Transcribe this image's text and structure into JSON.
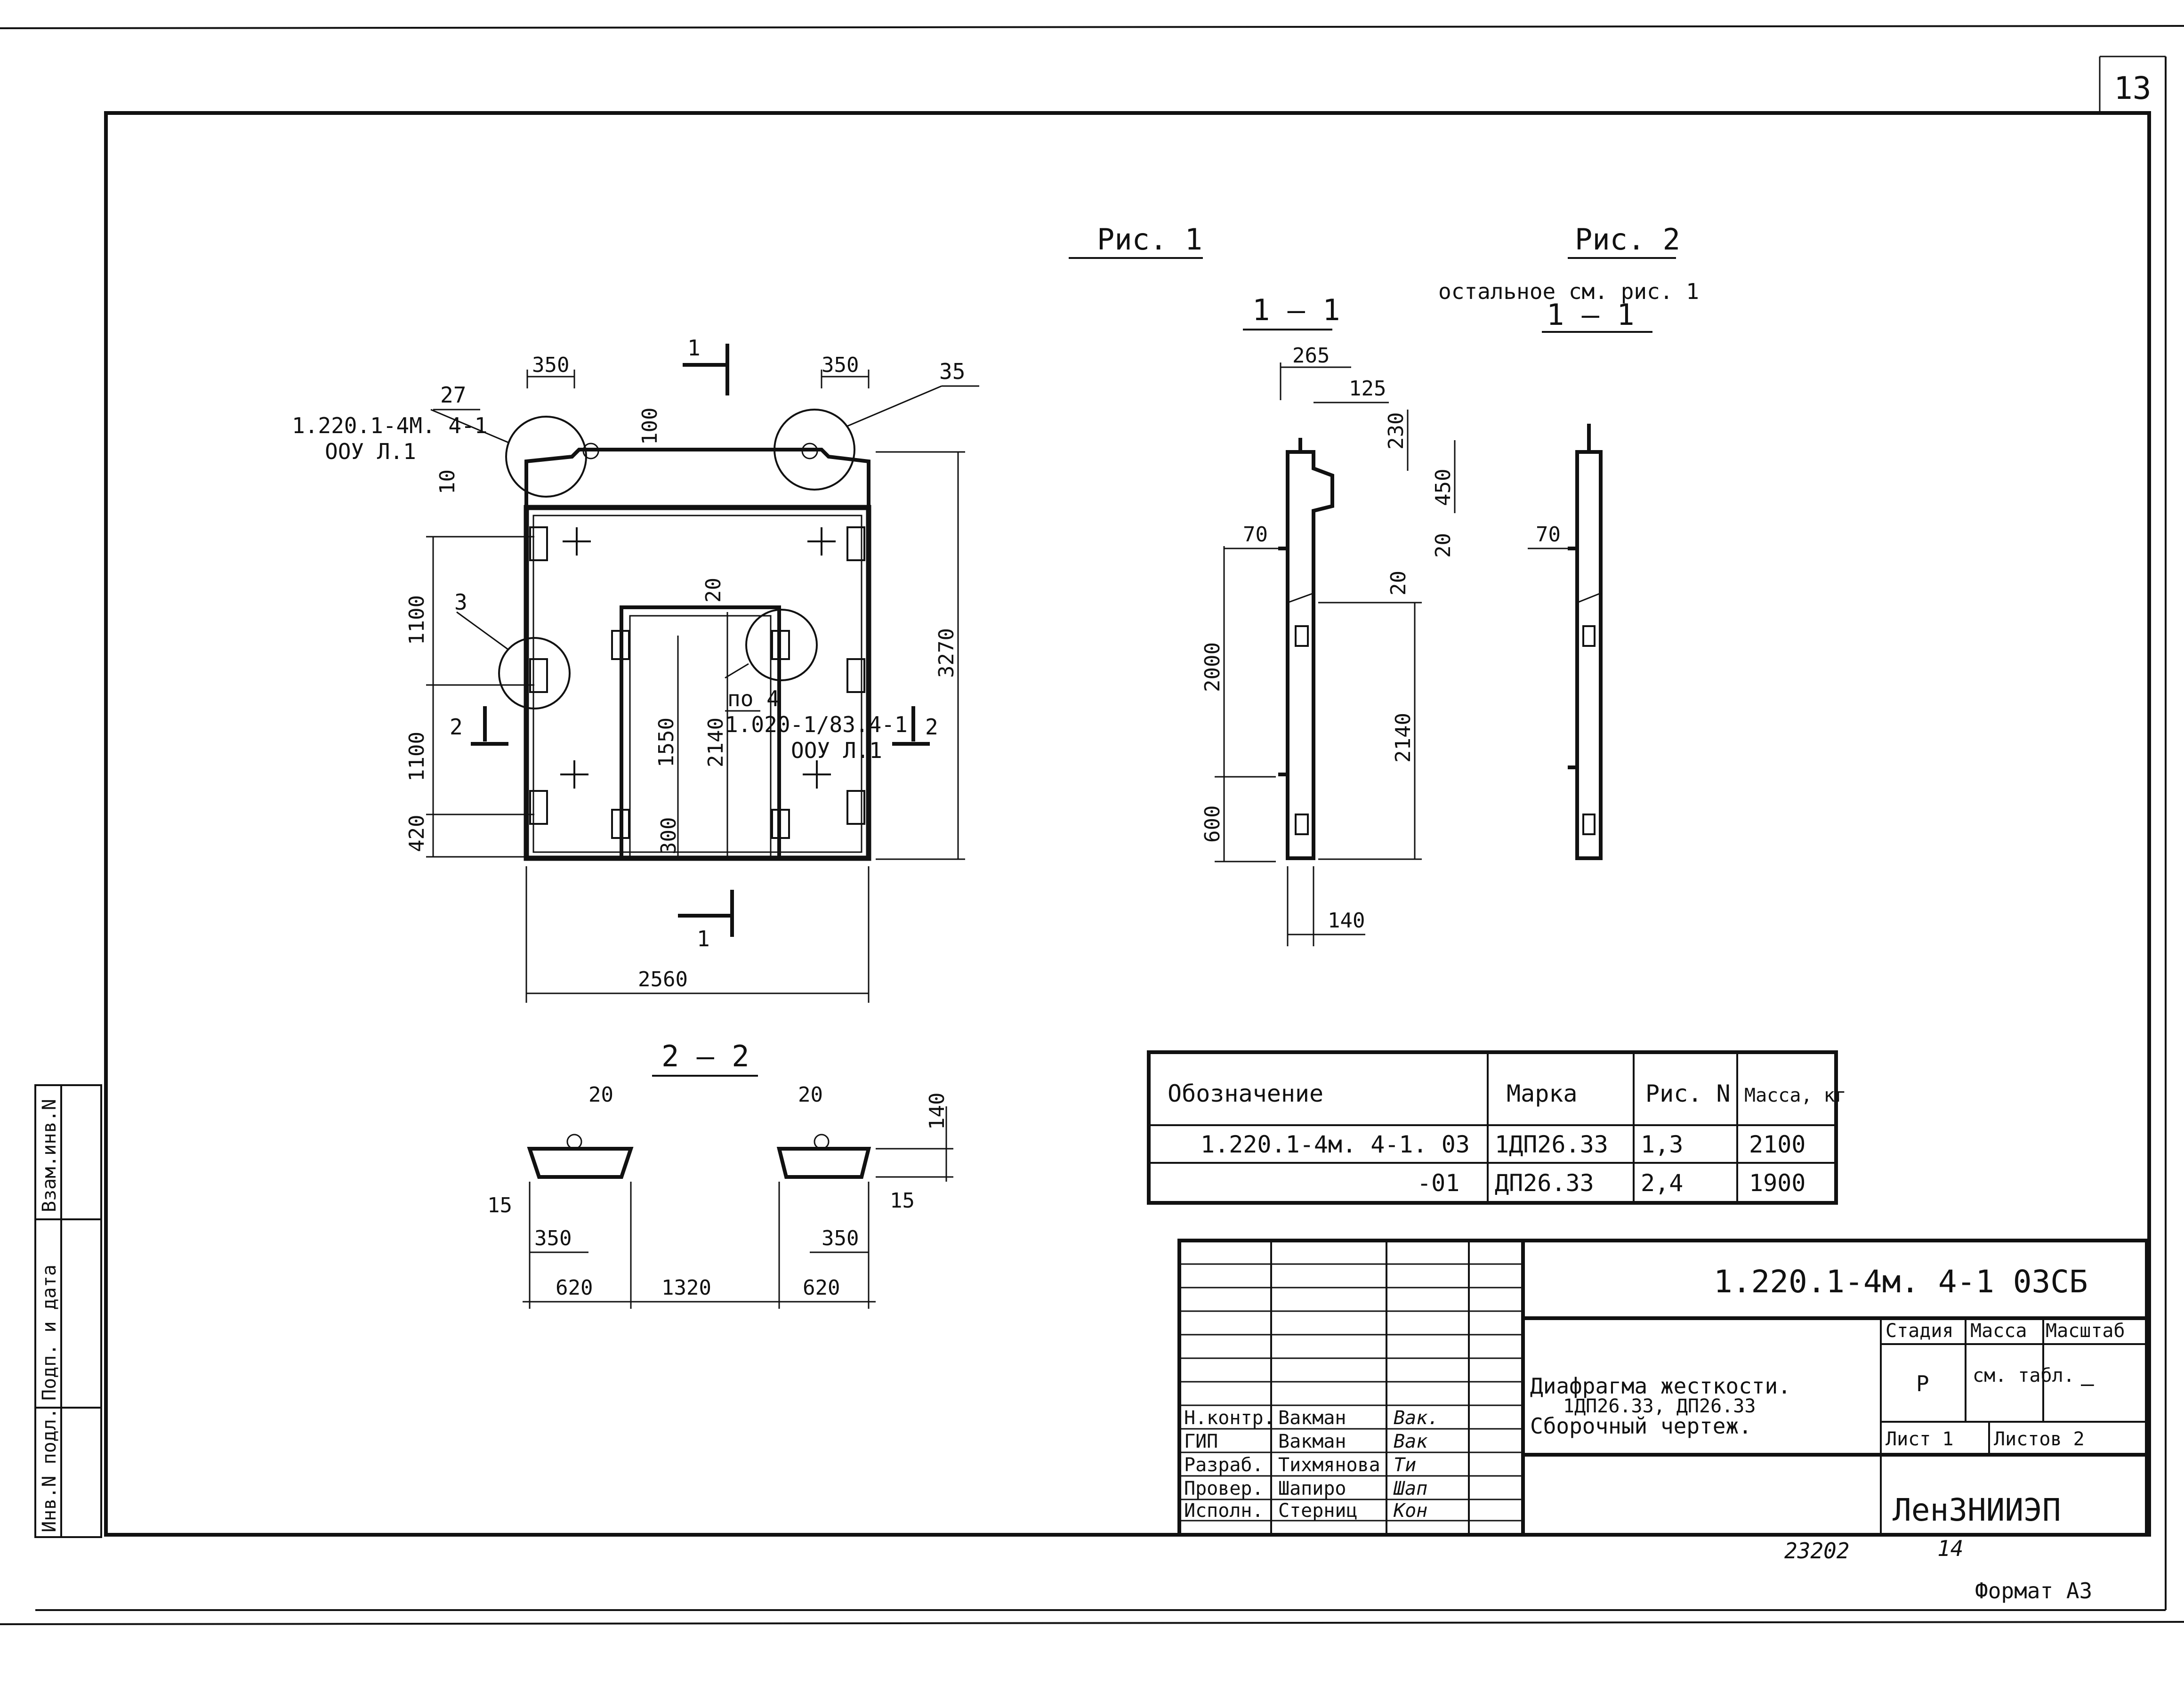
{
  "sheet_number": "13",
  "figures": {
    "fig1_title": "Рис. 1",
    "fig2_title": "Рис. 2",
    "fig2_note": "остальное см. рис. 1",
    "section_1_1": "1 — 1",
    "section_2_2": "2 — 2"
  },
  "callouts": {
    "ref_27": "27",
    "ref_35": "35",
    "ref_3": "3",
    "ref_1_left": "1.220.1-4М. 4-1",
    "ref_1_left_sheet": "ООУ Л.1",
    "ref_4_mark": "по 4",
    "ref_4": "1.020-1/83.4-1",
    "ref_4_sheet": "ООУ Л.1",
    "cut_1": "1",
    "cut_2": "2"
  },
  "dimensions": {
    "d350": "350",
    "d100": "100",
    "d10": "10",
    "d1100": "1100",
    "d420": "420",
    "d20": "20",
    "d1550": "1550",
    "d2140": "2140",
    "d300": "300",
    "d3270": "3270",
    "d2560": "2560",
    "d265": "265",
    "d125": "125",
    "d230": "230",
    "d450": "450",
    "d70": "70",
    "d2000": "2000",
    "d600": "600",
    "d140": "140",
    "d15": "15",
    "d620": "620",
    "d1320": "1320"
  },
  "spec_table": {
    "headers": [
      "Обозначение",
      "Марка",
      "Рис. N",
      "Масса, кг"
    ],
    "rows": [
      [
        "1.220.1-4м. 4-1. 03",
        "1ДП26.33",
        "1,3",
        "2100"
      ],
      [
        "-01",
        "ДП26.33",
        "2,4",
        "1900"
      ]
    ]
  },
  "title_block": {
    "code": "1.220.1-4м. 4-1 03СБ",
    "name_line1": "Диафрагма жесткости.",
    "name_line2": "1ДП26.33, ДП26.33",
    "name_line3": "Сборочный чертеж.",
    "stage_label": "Стадия",
    "mass_label": "Масса",
    "scale_label": "Масштаб",
    "stage_value": "Р",
    "mass_value": "см. табл.",
    "scale_value": "—",
    "sheet_label": "Лист 1",
    "sheets_label": "Листов 2",
    "org": "ЛенЗНИИЭП",
    "roles": [
      {
        "role": "Н.контр.",
        "name": "Вакман",
        "sign": "Вак."
      },
      {
        "role": "ГИП",
        "name": "Вакман",
        "sign": "Вак"
      },
      {
        "role": "Разраб.",
        "name": "Тихмянова",
        "sign": "Ти"
      },
      {
        "role": "Провер.",
        "name": "Шапиро",
        "sign": "Шап"
      },
      {
        "role": "Исполн.",
        "name": "Стерниц",
        "sign": "Кон"
      }
    ]
  },
  "side_stamp": [
    "Инв.N подл.",
    "Подп. и дата",
    "Взам.инв.N"
  ],
  "footer": {
    "inventory": "23202",
    "copy": "14",
    "format": "Формат А3"
  }
}
